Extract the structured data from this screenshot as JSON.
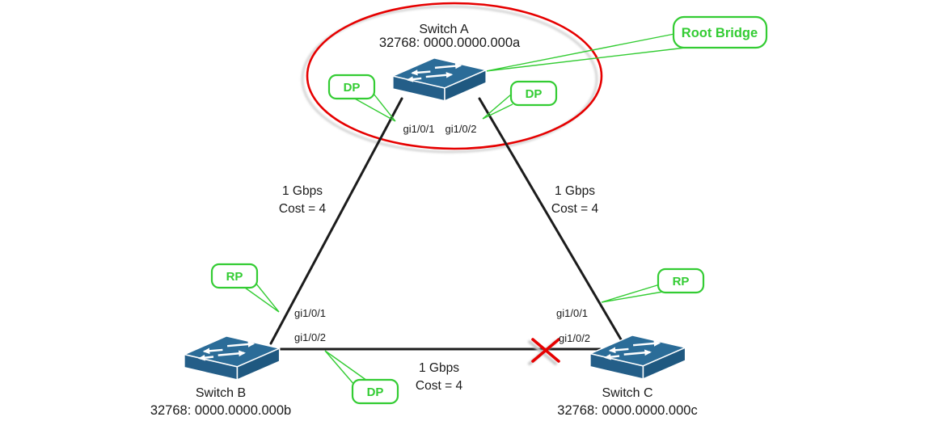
{
  "colors": {
    "annotation_green": "#33cc33",
    "highlight_red": "#e60000",
    "link_black": "#1c1c1c",
    "switch_top": "#2b6c98",
    "switch_front": "#245e88",
    "switch_side": "#1f5880",
    "text_black": "#1a1a1a"
  },
  "switches": [
    {
      "name": "Switch A",
      "bridge_id": "32768: 0000.0000.000a",
      "role": "Root Bridge",
      "ports": [
        {
          "name": "gi1/0/1",
          "role": "DP"
        },
        {
          "name": "gi1/0/2",
          "role": "DP"
        }
      ]
    },
    {
      "name": "Switch B",
      "bridge_id": "32768: 0000.0000.000b",
      "ports": [
        {
          "name": "gi1/0/1",
          "role": "RP"
        },
        {
          "name": "gi1/0/2",
          "role": "DP"
        }
      ]
    },
    {
      "name": "Switch C",
      "bridge_id": "32768: 0000.0000.000c",
      "ports": [
        {
          "name": "gi1/0/1",
          "role": "RP"
        },
        {
          "name": "gi1/0/2",
          "blocked": true
        }
      ]
    }
  ],
  "links": [
    {
      "speed": "1 Gbps",
      "cost": "Cost = 4"
    },
    {
      "speed": "1 Gbps",
      "cost": "Cost = 4"
    },
    {
      "speed": "1 Gbps",
      "cost": "Cost = 4",
      "blocked": true
    }
  ]
}
